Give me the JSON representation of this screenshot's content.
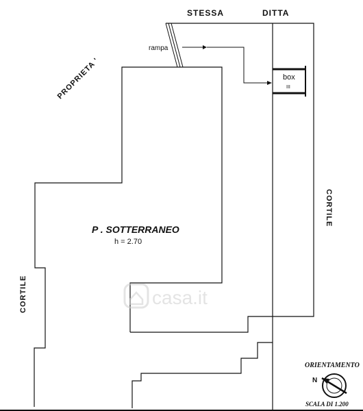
{
  "labels": {
    "stessa": "STESSA",
    "ditta": "DITTA",
    "proprieta": "PROPRIETA '",
    "rampa": "rampa",
    "box": "box",
    "box_number": "III",
    "cortile_right": "CORTILE",
    "cortile_left": "CORTILE",
    "room_name": "P . SOTTERRANEO",
    "room_height": "h = 2.70",
    "orientamento": "ORIENTAMENTO",
    "north": "N",
    "scala": "SCALA DI 1.200"
  },
  "watermark": {
    "text": "casa.it"
  },
  "colors": {
    "line": "#111111",
    "paper": "#ffffff",
    "watermark": "#cfcfcf"
  }
}
